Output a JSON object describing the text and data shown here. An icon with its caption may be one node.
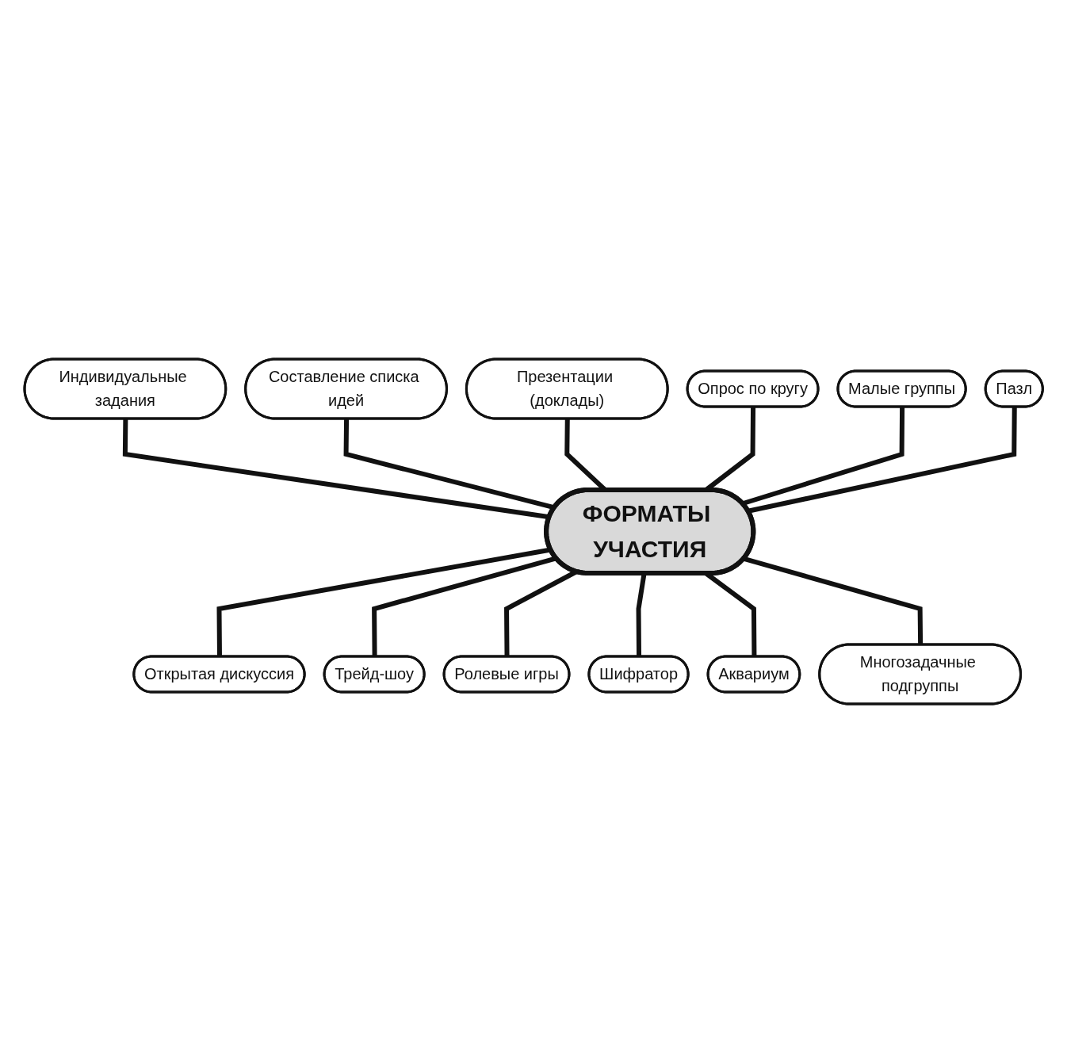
{
  "diagram": {
    "nodes": [
      {
        "text": [
          "ФОРМАТЫ УЧАСТИЯ"
        ]
      },
      {
        "text": [
          "Опрос по кругу"
        ]
      },
      {
        "text": [
          "Малые группы"
        ]
      },
      {
        "text": [
          "Пазл"
        ]
      },
      {
        "text": [
          "Многозадачные подгруппы"
        ]
      },
      {
        "text": [
          "Аквариум"
        ]
      },
      {
        "text": [
          "Шифратор"
        ]
      },
      {
        "text": [
          "Ролевые игры"
        ]
      },
      {
        "text": [
          "Трейд-шоу"
        ]
      },
      {
        "text": [
          "Открытая дискуссия"
        ]
      },
      {
        "text": [
          "Индивидуальные задания"
        ]
      },
      {
        "text": [
          "Составление списка идей"
        ]
      },
      {
        "text": [
          "Презентации (доклады)"
        ]
      }
    ],
    "edges": [
      {
        "from": 10,
        "to": 0,
        "arrow": "none"
      },
      {
        "from": 11,
        "to": 0,
        "arrow": "none"
      },
      {
        "from": 12,
        "to": 0,
        "arrow": "none"
      },
      {
        "from": 1,
        "to": 0,
        "arrow": "none"
      },
      {
        "from": 2,
        "to": 0,
        "arrow": "none"
      },
      {
        "from": 3,
        "to": 0,
        "arrow": "none"
      },
      {
        "from": 0,
        "to": 9,
        "arrow": "none"
      },
      {
        "from": 0,
        "to": 8,
        "arrow": "none"
      },
      {
        "from": 0,
        "to": 7,
        "arrow": "none"
      },
      {
        "from": 0,
        "to": 6,
        "arrow": "none"
      },
      {
        "from": 0,
        "to": 5,
        "arrow": "none"
      },
      {
        "from": 0,
        "to": 4,
        "arrow": "none"
      }
    ]
  }
}
